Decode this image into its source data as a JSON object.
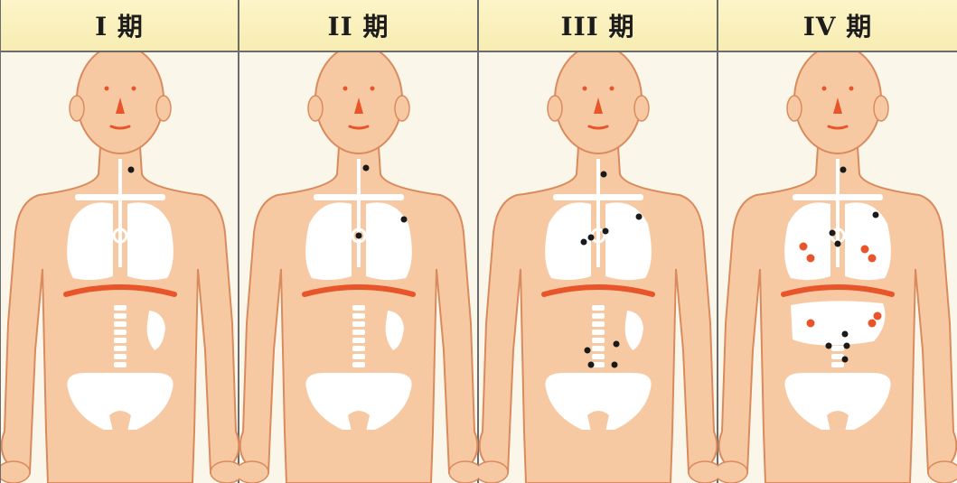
{
  "panels": [
    {
      "label": "I 期",
      "mass_count": 1,
      "node_count": 1,
      "abdominal_nodes": 0,
      "distant_metastasis": false
    },
    {
      "label": "II 期",
      "mass_count": 1,
      "node_count": 3,
      "abdominal_nodes": 0,
      "distant_metastasis": false
    },
    {
      "label": "III 期",
      "mass_count": 1,
      "node_count": 5,
      "abdominal_nodes": 4,
      "distant_metastasis": false
    },
    {
      "label": "IV 期",
      "mass_count": 1,
      "node_count": 4,
      "abdominal_nodes": 4,
      "distant_metastasis": true
    }
  ],
  "colors": {
    "skin": "#f7c9a3",
    "skin_outline": "#d98b5d",
    "organ": "#ffffff",
    "diaphragm": "#e8552a",
    "lymph_node": "#1a1a1a",
    "metastasis": "#e8552a",
    "header_bg": "#f7ecb2",
    "divider": "#6b6b6b"
  }
}
